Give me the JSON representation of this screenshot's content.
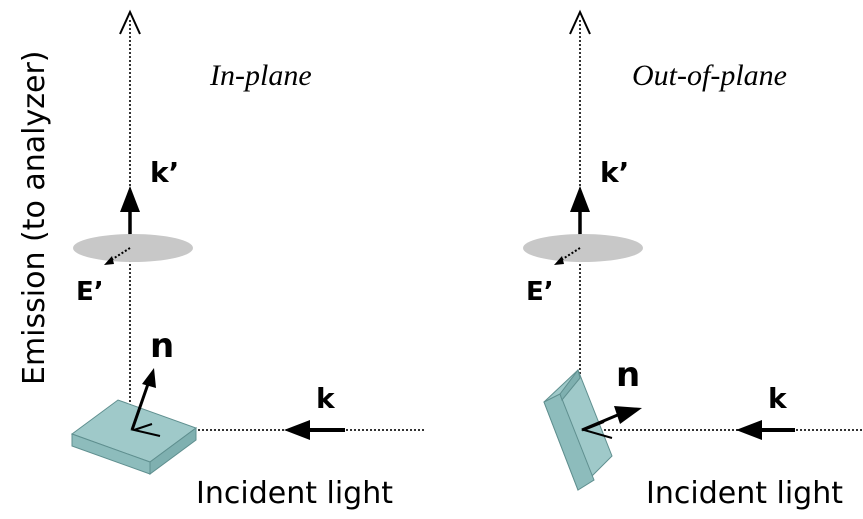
{
  "axis_label": "Emission (to analyzer)",
  "panels": [
    {
      "title": "In-plane",
      "k_prime": "k’",
      "e_prime": "E’",
      "normal": "n",
      "k": "k",
      "incident": "Incident light"
    },
    {
      "title": "Out-of-plane",
      "k_prime": "k’",
      "e_prime": "E’",
      "normal": "n",
      "k": "k",
      "incident": "Incident light"
    }
  ],
  "colors": {
    "sample_top": "#9fc9c9",
    "sample_side": "#7fb0b0",
    "sample_edge": "#5f8f8f",
    "aperture": "#c8c8c8"
  }
}
